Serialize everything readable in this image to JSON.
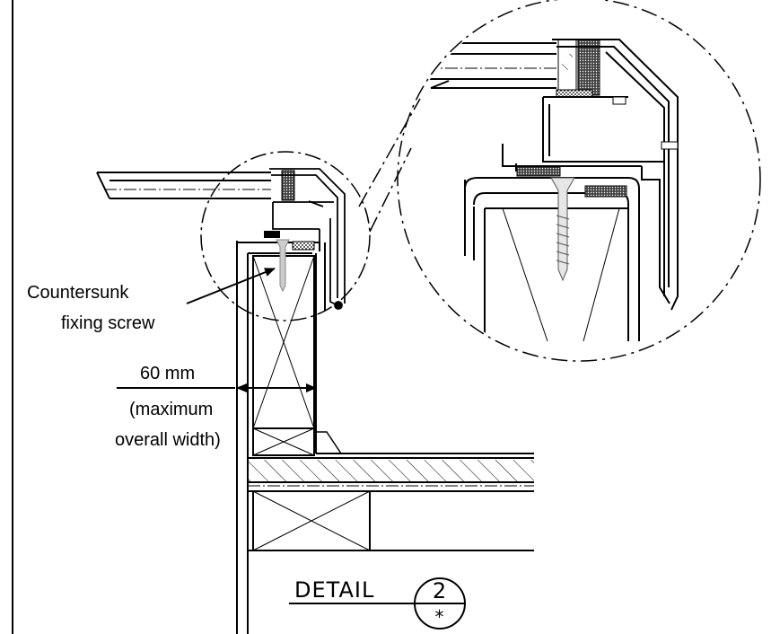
{
  "labels": {
    "screw_line1": "Countersunk",
    "screw_line2": "fixing screw",
    "width_value": "60 mm",
    "width_note_line1": "(maximum",
    "width_note_line2": "overall width)"
  },
  "detail": {
    "word": "DETAIL",
    "number": "2",
    "sheet": "*"
  }
}
